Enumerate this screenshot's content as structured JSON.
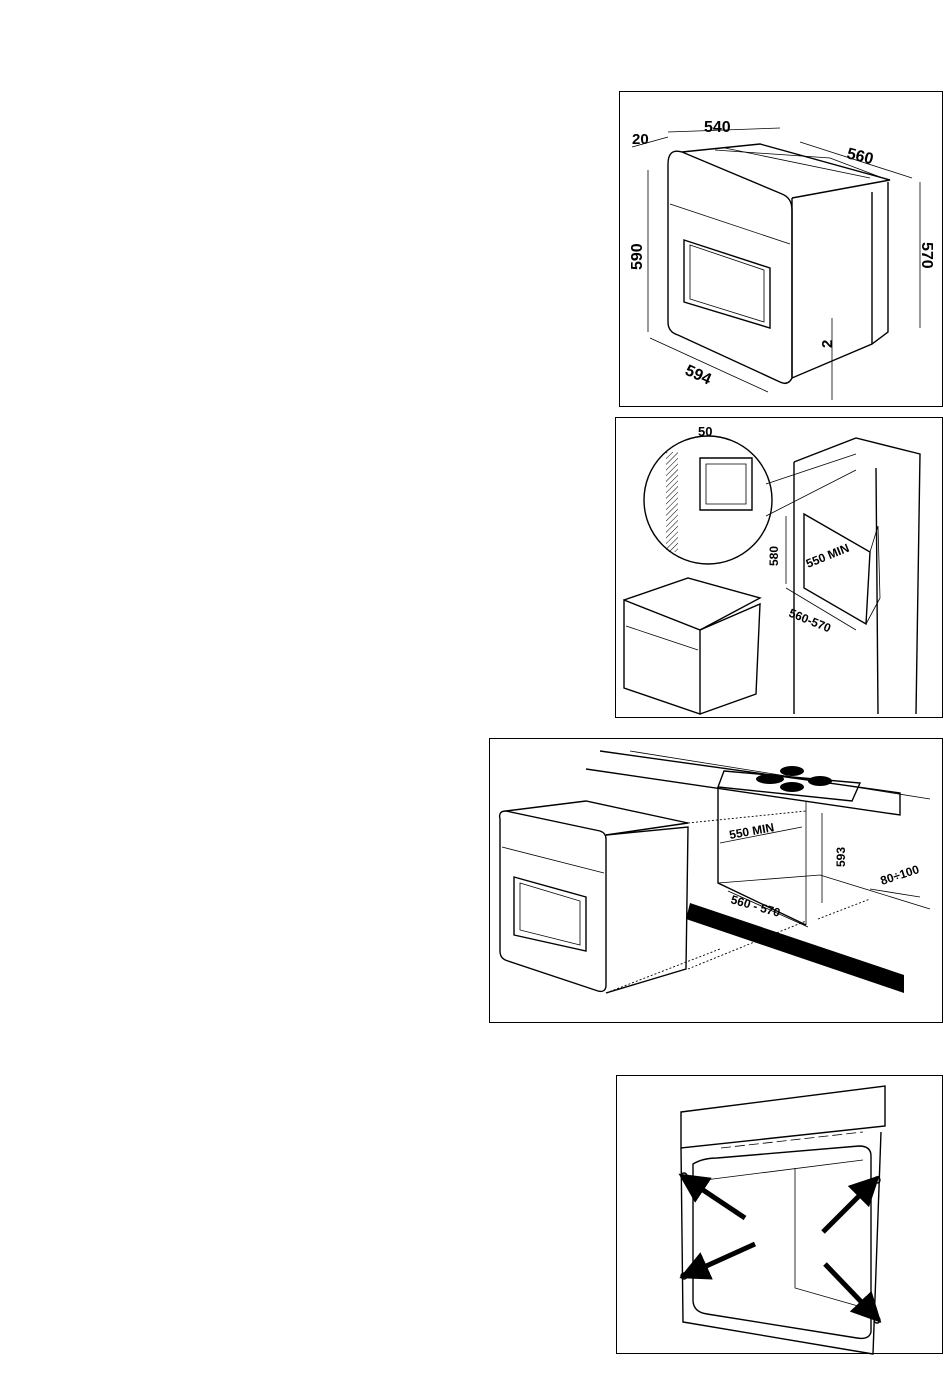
{
  "figure1": {
    "dim_depth_front": "20",
    "dim_width_top": "540",
    "dim_depth_side": "560",
    "dim_height_front": "590",
    "dim_height_side": "570",
    "dim_width_bottom": "594",
    "dim_gap": "2"
  },
  "figure2": {
    "dim_clearance": "50",
    "dim_height": "580",
    "dim_width_min": "550 MIN",
    "dim_depth": "560-570"
  },
  "figure3": {
    "dim_width_min": "550 MIN",
    "dim_height": "593",
    "dim_depth": "560 - 570",
    "dim_vent": "80÷100"
  },
  "figure4": {}
}
